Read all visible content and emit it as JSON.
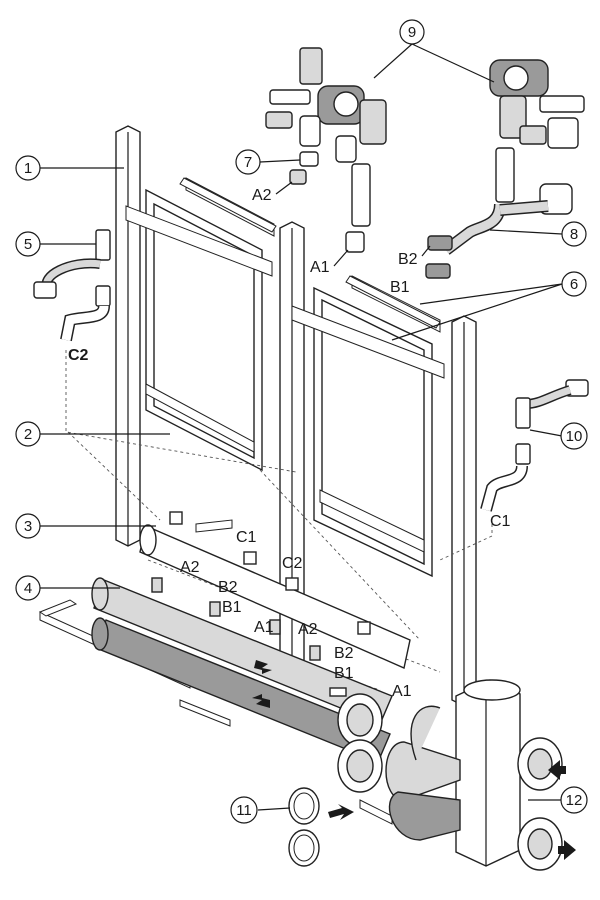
{
  "callouts": [
    "1",
    "2",
    "3",
    "4",
    "5",
    "6",
    "7",
    "8",
    "9",
    "10",
    "11",
    "12"
  ],
  "labels": {
    "a2_top": "A2",
    "a1_top": "A1",
    "b2_top": "B2",
    "b1_top": "B1",
    "c2_left": "C2",
    "c1_right": "C1",
    "c1_mid": "C1",
    "c2_mid": "C2",
    "a2_bar": "A2",
    "b2_bar": "B2",
    "b1_bar": "B1",
    "a1_bar": "A1",
    "a2_bar2": "A2",
    "b2_bar2": "B2",
    "b1_bar2": "B1",
    "a1_flange": "A1"
  },
  "colors": {
    "line": "#1a1a1a",
    "fill_light": "#d9d9d9",
    "fill_dark": "#9a9a9a",
    "background": "#ffffff"
  }
}
